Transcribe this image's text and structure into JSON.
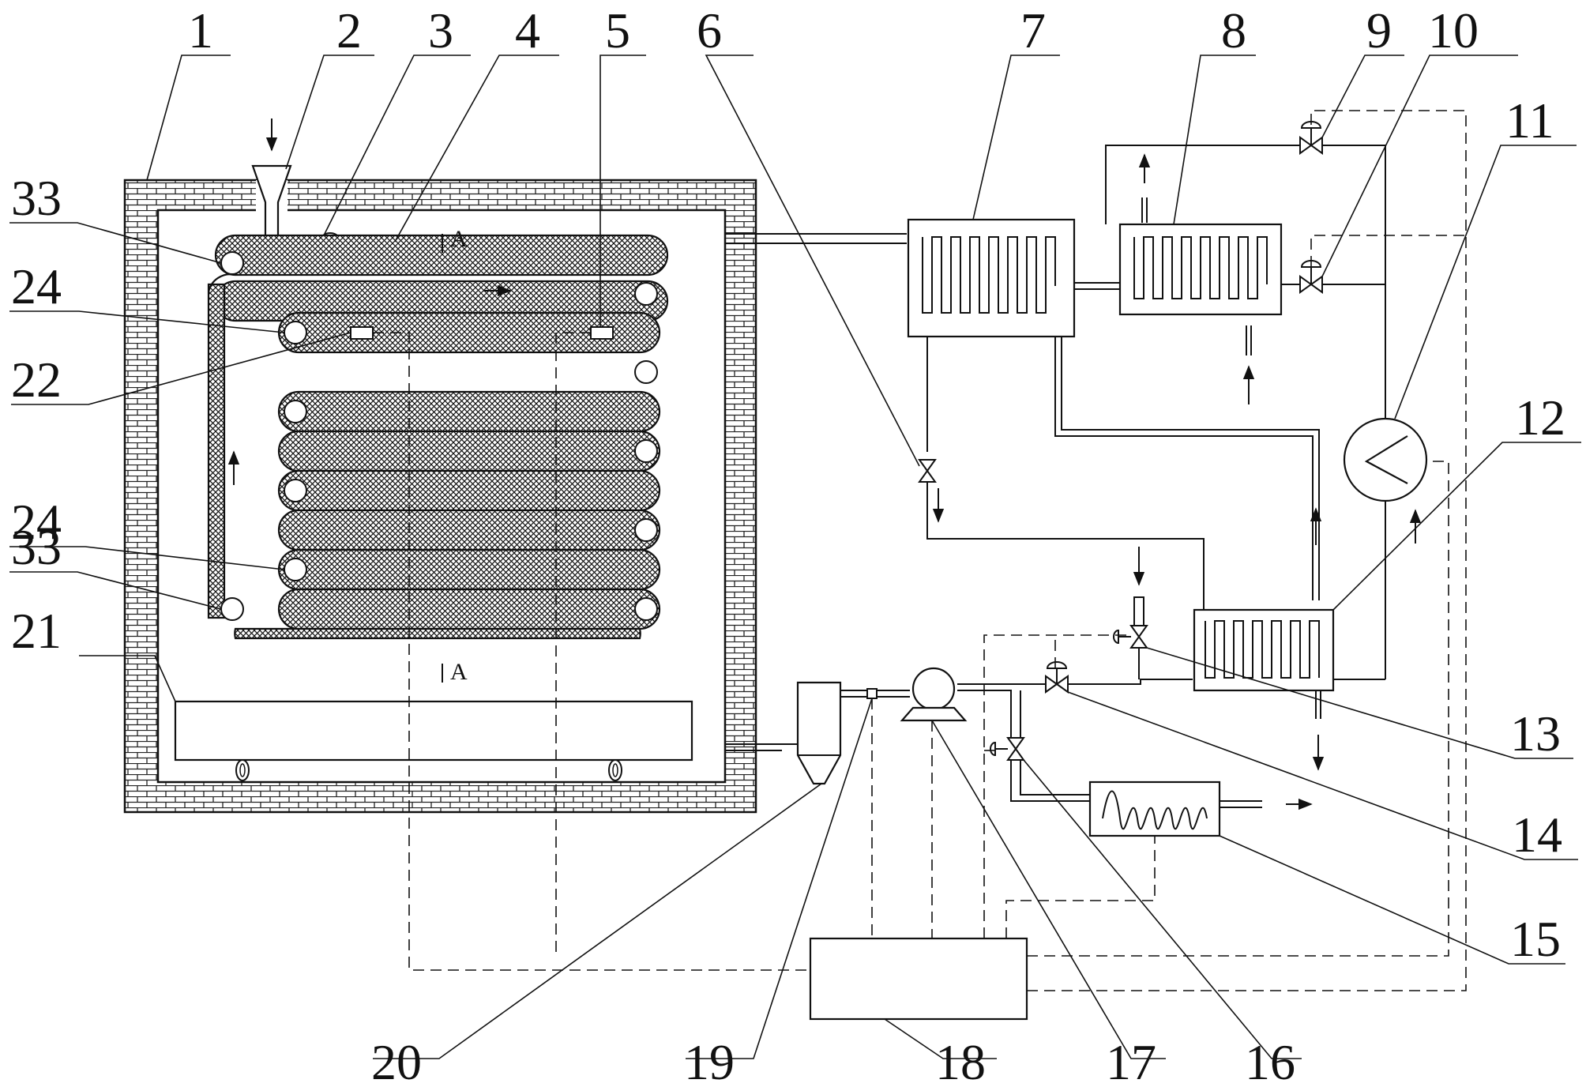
{
  "diagram": {
    "type": "patent-schematic",
    "description_labels": {
      "callouts": [
        "1",
        "2",
        "3",
        "4",
        "5",
        "6",
        "7",
        "8",
        "9",
        "10",
        "11",
        "12",
        "13",
        "14",
        "15",
        "16",
        "17",
        "18",
        "19",
        "20",
        "21",
        "22",
        "24",
        "24",
        "33",
        "33"
      ],
      "section_marks": [
        "A",
        "A"
      ]
    },
    "callouts": {
      "c1": "1",
      "c2": "2",
      "c3": "3",
      "c4": "4",
      "c5": "5",
      "c6": "6",
      "c7": "7",
      "c8": "8",
      "c9": "9",
      "c10": "10",
      "c11": "11",
      "c12": "12",
      "c13": "13",
      "c14": "14",
      "c15": "15",
      "c16": "16",
      "c17": "17",
      "c18": "18",
      "c19": "19",
      "c20": "20",
      "c21": "21",
      "c22": "22",
      "c24a": "24",
      "c24b": "24",
      "c33a": "33",
      "c33b": "33"
    },
    "section_mark": {
      "top": "A",
      "bottom": "A"
    },
    "colors": {
      "line": "#111111",
      "background": "#ffffff"
    }
  }
}
